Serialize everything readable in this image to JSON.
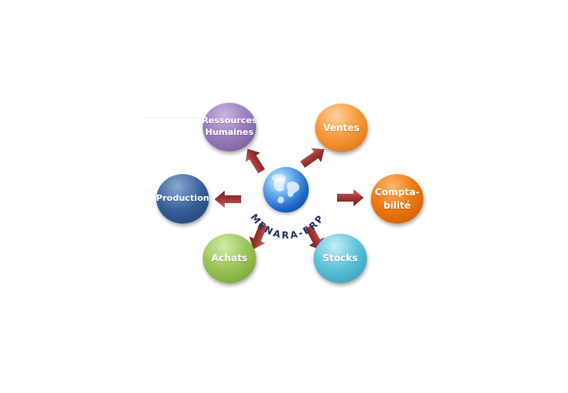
{
  "center": {
    "label": "MENARA-ERP",
    "icon": "globe-icon"
  },
  "modules": [
    {
      "id": "rh",
      "label": "Ressources\nHumaines",
      "color": "#9b80bf"
    },
    {
      "id": "ventes",
      "label": "Ventes",
      "color": "#f59b3c"
    },
    {
      "id": "compta",
      "label": "Compta-\nbilité",
      "color": "#ef7a10"
    },
    {
      "id": "prod",
      "label": "Production",
      "color": "#365f98"
    },
    {
      "id": "achats",
      "label": "Achats",
      "color": "#9cc65a"
    },
    {
      "id": "stocks",
      "label": "Stocks",
      "color": "#5fc4da"
    }
  ],
  "arrow_color": "#9e3434"
}
